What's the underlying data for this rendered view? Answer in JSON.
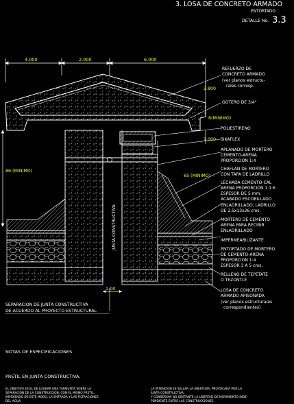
{
  "header": {
    "title": "3. LOSA DE CONCRETO ARMADO",
    "subtitle": "ENTORTADO",
    "detail_prefix": "DETALLE No.",
    "detail_number": "3.3"
  },
  "dimensions": {
    "top_left": "4.000",
    "top_mid": "2.000",
    "top_right": "6.000",
    "right_upper": "2.800",
    "right_lower": "1.000",
    "bottom": "1.00",
    "min_left": "86 (MINIMO)",
    "min_right_upper": "8(MINIMO)",
    "min_right_mid": "65 (MINIMO)"
  },
  "labels": {
    "joint_vertical": "JUNTA CONSTRUCTIVA",
    "refuerzo_l1": "REFUERZO DE",
    "refuerzo_l2": "CONCRETO ARMADO",
    "refuerzo_l3": "(ver planos estructu-",
    "refuerzo_l4": "rales corresp.",
    "gotero": "GOTERO DE 3/4\"",
    "poliestireno": "POLIESTIRENO",
    "sikaflex": "SIKAFLEX",
    "aplanado_l1": "APLANADO DE MORTERO",
    "aplanado_l2": "CEMENTO-ARENA",
    "aplanado_l3": "PROPORCION 1:4",
    "chaflan_l1": "CHAFLAN DE MORTERO",
    "chaflan_l2": "CON TAPA DE LADRILLO",
    "lechada_l1": "LECHADA CEMENTO-CAL",
    "lechada_l2": "ARENA PROPORCION 1:1:6",
    "lechada_l3": "ESPESOR DE 5 mm.",
    "lechada_l4": "ACABADO ESCOBILLADO",
    "enladrillado_l1": "ENLADRILLADO, LADRILLO",
    "enladrillado_l2": "DE 2.5x13x26 cms.",
    "mortero_l1": "MORTERO DE CEMENTO",
    "mortero_l2": "ARENA PARA RECIBIR",
    "mortero_l3": "ENLADRILLADO",
    "impermeabilizante": "IMPERMEABILIZANTE",
    "entortado_l1": "ENTORTADO DE MORTERO",
    "entortado_l2": "DE CEMENTO-ARENA",
    "entortado_l3": "PROPORCION 1:4",
    "entortado_l4": "ESPESOR 3 A 5 cms.",
    "relleno_l1": "RELLENO DE TEPETATE",
    "relleno_l2": "O TEZONTLE",
    "losa_l1": "LOSA DE CONCRETO",
    "losa_l2": "ARMADO APISONADA",
    "losa_l3": "(ver planos estructurales",
    "losa_l4": "correspondientes)",
    "separacion_l1": "SEPARACION DE JUNTA CONSTRUCTIVA",
    "separacion_l2": "DE ACUERDO AL PROYECTO ESTRUCTURAL"
  },
  "notes": {
    "heading": "NOTAS DE ESPECIFICACIONES",
    "subheading": "PRETIL EN JUNTA CONSTRUCTIVA.",
    "left_l1": "EL OBJETIVO ES EL DE LOGRAR UNA TAPAJUNTA  SOBRE LA",
    "left_l2": "SEPARACION DE LA CONSTRUCCION, CON EL MISMO PRETIL,",
    "left_l3": "IMPIDIENDO DE ESTE MODO, LA ENTRADA Y LAS FILTRACIONES",
    "left_l4": "DEL AGUA.",
    "right_l1": "LA INTENCION ES SELLAR LA ABERTURA, PROVOCADA POR LA",
    "right_l2": "JUNTA CONSTRUCTIVA,",
    "right_l3": "Y CONSERVAR NO OBSTANTE LA LIBERTAD DE MOVIMIENTO INDE-",
    "right_l4": "PENDIENTE ENTRE LAS CONSTRUCCIONES."
  },
  "colors": {
    "background": "#000000",
    "lines": "#ffffff",
    "labels": "#ffff00",
    "title": "#ffffff",
    "accent_cyan": "#00ffff"
  }
}
